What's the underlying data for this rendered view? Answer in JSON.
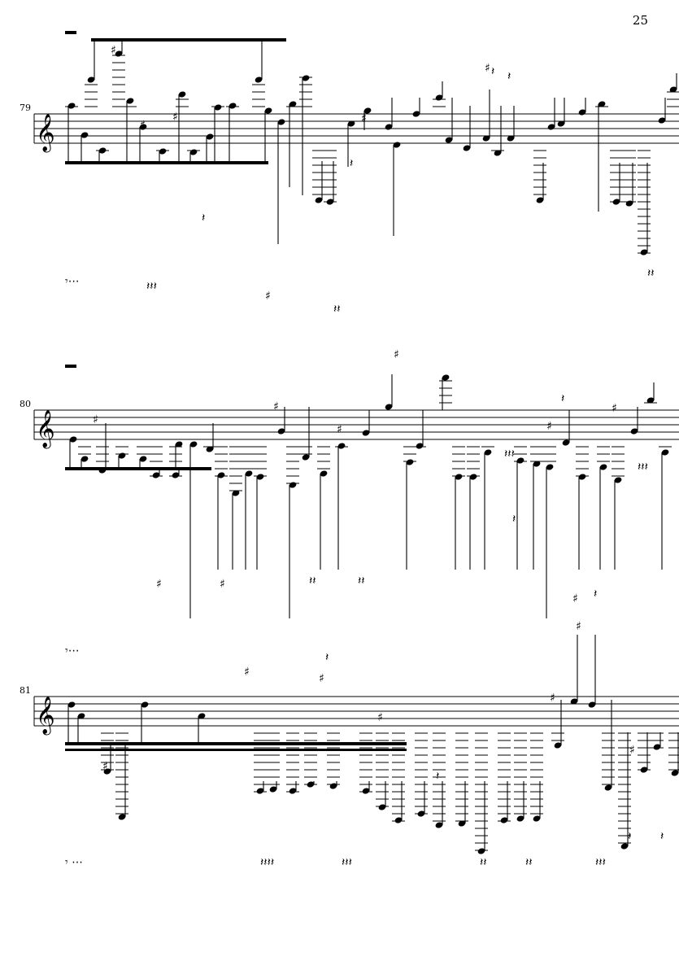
{
  "page": {
    "number": "25"
  },
  "systems": [
    {
      "measure": "79"
    },
    {
      "measure": "80"
    },
    {
      "measure": "81"
    }
  ],
  "colors": {
    "ink": "#000000",
    "paper": "#ffffff"
  },
  "icons": {
    "clef": "treble-clef-icon",
    "accidental": "sharp-icon",
    "rest": "quarter-rest-icon"
  }
}
